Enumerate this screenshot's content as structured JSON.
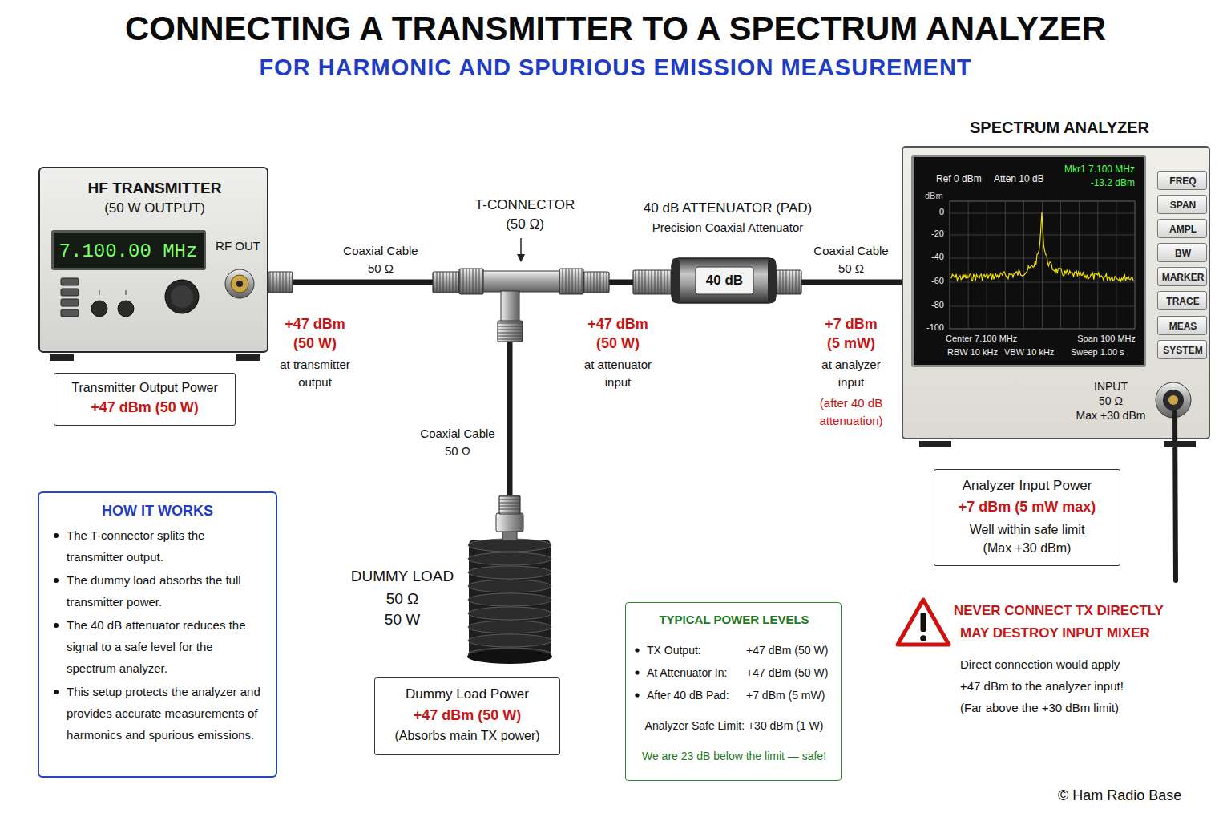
{
  "diagram": {
    "title": "CONNECTING A TRANSMITTER TO A SPECTRUM ANALYZER",
    "nodes": [
      {
        "text": [
          "HF TRANSMITTER",
          "(50 W OUTPUT)"
        ]
      },
      {
        "text": [
          "7.100.00 MHz"
        ],
        "in": 0
      },
      {
        "text": [
          "T-CONNECTOR",
          "(50 Ω)"
        ]
      },
      {
        "text": [
          "40 dB ATTENUATOR (PAD)",
          "Precision Coaxial Attenuator",
          "40 dB"
        ]
      },
      {
        "text": [
          "SPECTRUM ANALYZER"
        ]
      },
      {
        "text": [
          "Ref 0 dBm",
          "Atten 10 dB",
          "Mkr1 7.100 MHz",
          "-13.2 dBm",
          "dBm",
          "0",
          "-20",
          "-40",
          "-60",
          "-80",
          "-100",
          "Center 7.100 MHz",
          "Span 100 MHz",
          "RBW 10 kHz",
          "VBW 10 kHz",
          "Sweep 1.00 s"
        ],
        "in": 4
      },
      {
        "text": [
          "FREQ"
        ],
        "in": 4
      },
      {
        "text": [
          "SPAN"
        ],
        "in": 4
      },
      {
        "text": [
          "AMPL"
        ],
        "in": 4
      },
      {
        "text": [
          "BW"
        ],
        "in": 4
      },
      {
        "text": [
          "MARKER"
        ],
        "in": 4
      },
      {
        "text": [
          "TRACE"
        ],
        "in": 4
      },
      {
        "text": [
          "MEAS"
        ],
        "in": 4
      },
      {
        "text": [
          "SYSTEM"
        ],
        "in": 4
      },
      {
        "text": [
          "Transmitter Output Power",
          "+47 dBm (50 W)"
        ]
      },
      {
        "text": [
          "HOW IT WORKS",
          "The T-connector splits the transmitter output.",
          "The dummy load absorbs the full transmitter power.",
          "The 40 dB attenuator reduces the signal to a safe level for the spectrum analyzer.",
          "This setup protects the analyzer and provides accurate measurements of harmonics and spurious emissions."
        ]
      },
      {
        "text": [
          "DUMMY LOAD",
          "50 Ω",
          "50 W"
        ]
      },
      {
        "text": [
          "Dummy Load Power",
          "+47 dBm (50 W)",
          "(Absorbs main TX power)"
        ]
      },
      {
        "text": [
          "TYPICAL POWER LEVELS",
          "TX Output:",
          "+47 dBm (50 W)",
          "At Attenuator In:",
          "+47 dBm (50 W)",
          "After 40 dB Pad:",
          "+7 dBm (5 mW)",
          "Analyzer Safe Limit: +30 dBm (1 W)",
          "We are 23 dB below the limit — safe!"
        ]
      },
      {
        "text": [
          "Analyzer Input Power",
          "+7 dBm (5 mW max)",
          "Well within safe limit (Max +30 dBm)"
        ]
      }
    ],
    "edges": [
      {
        "from": 0,
        "to": 2,
        "arrow": "none",
        "label": "Coaxial Cable 50 Ω"
      },
      {
        "from": 2,
        "to": 3,
        "arrow": "none"
      },
      {
        "from": 3,
        "to": 4,
        "arrow": "none",
        "label": "Coaxial Cable 50 Ω"
      },
      {
        "from": 2,
        "to": 16,
        "arrow": "none",
        "label": "Coaxial Cable 50 Ω"
      }
    ],
    "labels": [
      "FOR HARMONIC AND SPURIOUS EMISSION MEASUREMENT",
      "RF OUT",
      "+47 dBm",
      "(50 W)",
      "at transmitter output",
      "+47 dBm",
      "(50 W)",
      "at attenuator input",
      "+7 dBm",
      "(5 mW)",
      "at analyzer input",
      "(after 40 dB attenuation)",
      "INPUT",
      "50 Ω",
      "Max +30 dBm",
      "NEVER CONNECT TX DIRECTLY",
      "MAY DESTROY INPUT MIXER",
      "Direct connection would apply",
      "+47 dBm to the analyzer input!",
      "(Far above the +30 dBm limit)",
      "© Ham Radio Base"
    ]
  }
}
